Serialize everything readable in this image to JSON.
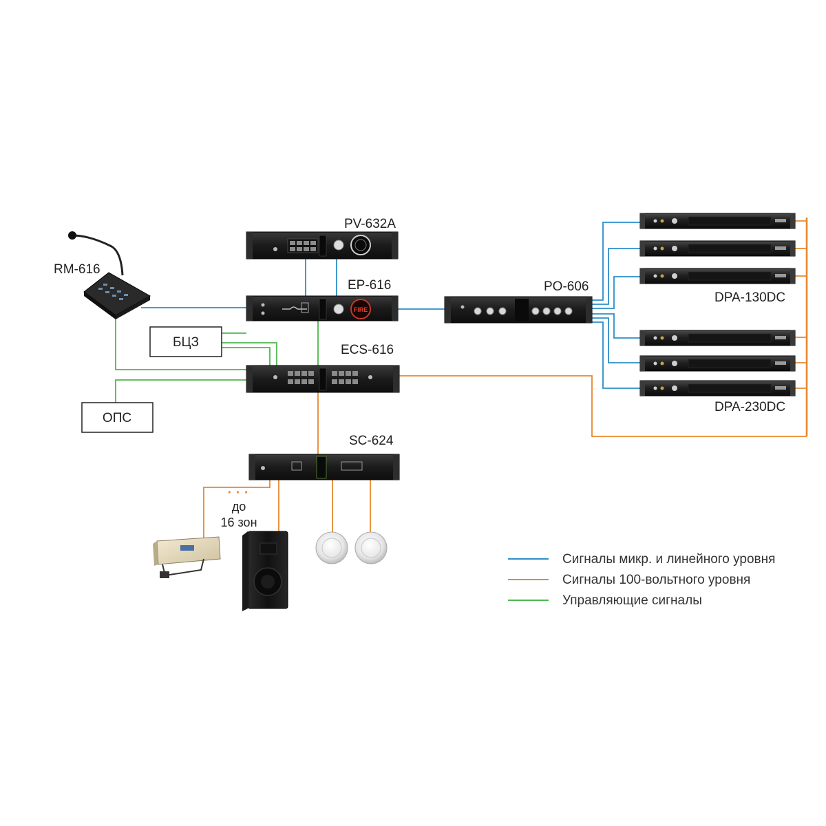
{
  "colors": {
    "audio_line": "#2b8fc9",
    "speaker_line": "#e8882e",
    "control_line": "#4cb84c",
    "device_body": "#1c1c1c"
  },
  "devices": {
    "pv632a": "PV-632A",
    "ep616": "EP-616",
    "ep616_display": "FIRE",
    "ecs616": "ECS-616",
    "sc624": "SC-624",
    "rm616": "RM-616",
    "po606": "PO-606",
    "dpa130dc": "DPA-130DC",
    "dpa230dc": "DPA-230DC"
  },
  "boxes": {
    "bcz": "БЦЗ",
    "ops": "ОПС"
  },
  "zones": {
    "dots": "· · ·",
    "line1": "до",
    "line2": "16 зон"
  },
  "legend": [
    {
      "key": "audio",
      "label": "Сигналы микр. и линейного уровня",
      "color": "#2b8fc9"
    },
    {
      "key": "speaker",
      "label": "Сигналы 100-вольтного уровня",
      "color": "#e8882e"
    },
    {
      "key": "control",
      "label": "Управляющие сигналы",
      "color": "#4cb84c"
    }
  ],
  "icons": {
    "horn": "horn-speaker-icon",
    "cabinet": "cabinet-speaker-icon",
    "ceiling": "ceiling-speaker-icon",
    "microphone": "paging-microphone-icon"
  }
}
